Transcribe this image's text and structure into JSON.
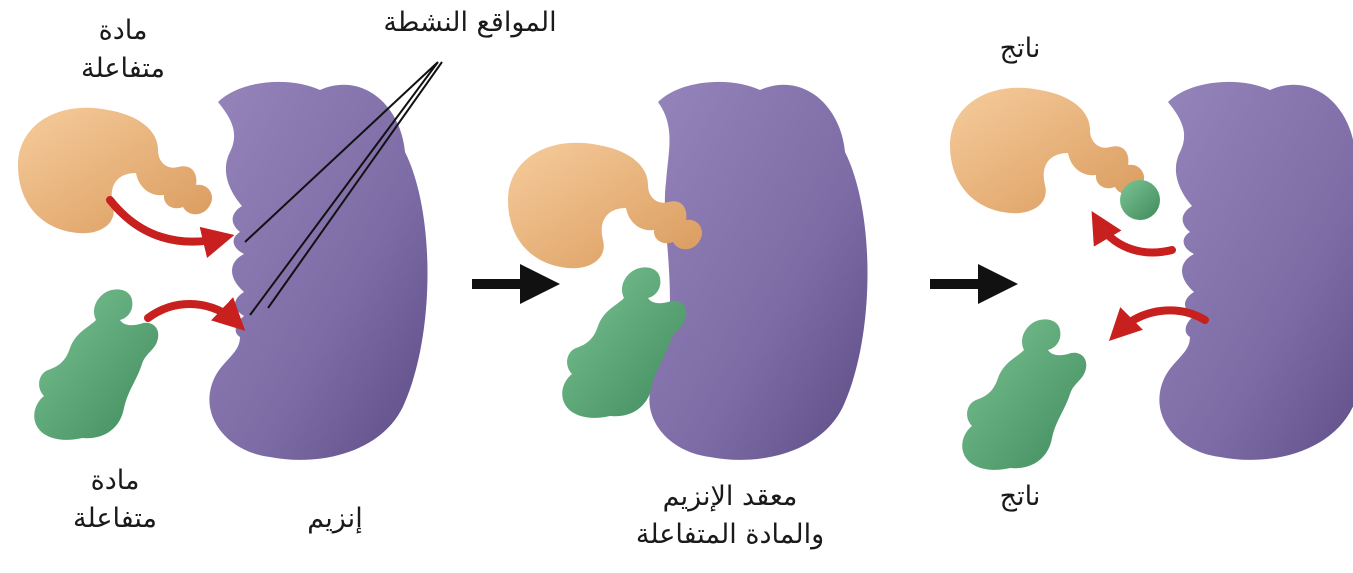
{
  "labels": {
    "substrate_top": [
      "مادة",
      "متفاعلة"
    ],
    "substrate_bottom": [
      "مادة",
      "متفاعلة"
    ],
    "active_sites": "المواقع النشطة",
    "enzyme": "إنزيم",
    "complex": [
      "معقد الإنزيم",
      "والمادة المتفاعلة"
    ],
    "product_top": "ناتج",
    "product_bottom": "ناتج"
  },
  "colors": {
    "enzyme": "#7d6ba5",
    "enzyme_dark": "#5a4a82",
    "substrate_orange": "#e8b07a",
    "substrate_green": "#5fa878",
    "arrow_red": "#c8201e",
    "arrow_black": "#111111"
  },
  "icons": [
    "enzyme-shape",
    "orange-substrate-shape",
    "green-substrate-shape",
    "red-curved-arrow",
    "black-arrow"
  ]
}
